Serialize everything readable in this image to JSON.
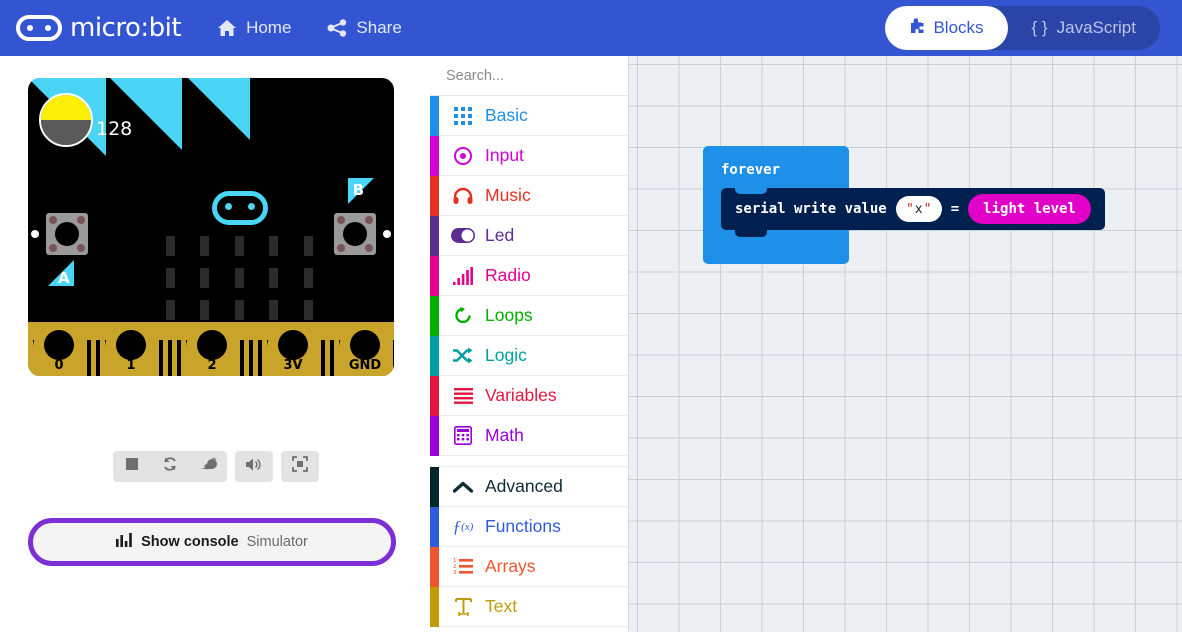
{
  "header": {
    "brand": "micro:bit",
    "links": [
      {
        "label": "Home",
        "icon": "home-icon"
      },
      {
        "label": "Share",
        "icon": "share-icon"
      }
    ],
    "toggle": {
      "blocks_label": "Blocks",
      "javascript_label": "JavaScript",
      "active": "Blocks"
    },
    "bg_color": "#3455D1"
  },
  "simulator": {
    "light_sensor": {
      "value": "128",
      "icon": "light-level-knob"
    },
    "board": {
      "pins": [
        "0",
        "1",
        "2",
        "3V",
        "GND"
      ],
      "button_a_label": "A",
      "button_b_label": "B"
    },
    "controls": [
      {
        "name": "stop-button",
        "icon": "stop-icon"
      },
      {
        "name": "restart-button",
        "icon": "restart-icon"
      },
      {
        "name": "slow-motion-button",
        "icon": "snail-icon"
      },
      {
        "name": "mute-button",
        "icon": "speaker-icon"
      },
      {
        "name": "fullscreen-button",
        "icon": "fullscreen-icon"
      }
    ],
    "console_button": {
      "label": "Show console",
      "sub_label": "Simulator",
      "icon": "bar-chart-icon",
      "border_color": "#7B2FD4"
    }
  },
  "toolbox": {
    "search": {
      "placeholder": "Search...",
      "value": "",
      "icon": "search-icon"
    },
    "categories": [
      {
        "label": "Basic",
        "color": "#1E90E8",
        "icon": "grid-icon"
      },
      {
        "label": "Input",
        "color": "#D400D4",
        "icon": "target-icon"
      },
      {
        "label": "Music",
        "color": "#E63022",
        "icon": "headphones-icon"
      },
      {
        "label": "Led",
        "color": "#5C2D91",
        "icon": "toggle-icon"
      },
      {
        "label": "Radio",
        "color": "#E3008C",
        "icon": "signal-bars-icon"
      },
      {
        "label": "Loops",
        "color": "#00B000",
        "icon": "loop-arrow-icon"
      },
      {
        "label": "Logic",
        "color": "#00A0A0",
        "icon": "shuffle-icon"
      },
      {
        "label": "Variables",
        "color": "#E3173E",
        "icon": "lines-icon"
      },
      {
        "label": "Math",
        "color": "#9B00D6",
        "icon": "calculator-icon"
      }
    ],
    "advanced": [
      {
        "label": "Advanced",
        "color": "#04252E",
        "icon": "chevron-up-icon"
      },
      {
        "label": "Functions",
        "color": "#2F5BE0",
        "icon": "function-icon"
      },
      {
        "label": "Arrays",
        "color": "#EF562D",
        "icon": "numbered-list-icon"
      },
      {
        "label": "Text",
        "color": "#C29C08",
        "icon": "text-t-icon"
      }
    ]
  },
  "workspace": {
    "blocks": {
      "forever_label": "forever",
      "serial_write_label": "serial write value",
      "text_field_value": "x",
      "quote_char": "\"",
      "equals_label": "=",
      "reporter_label": "light level"
    },
    "colors": {
      "forever": "#1E90E8",
      "serial": "#002050",
      "reporter": "#E000C8",
      "canvas": "#EDF0F2"
    }
  }
}
